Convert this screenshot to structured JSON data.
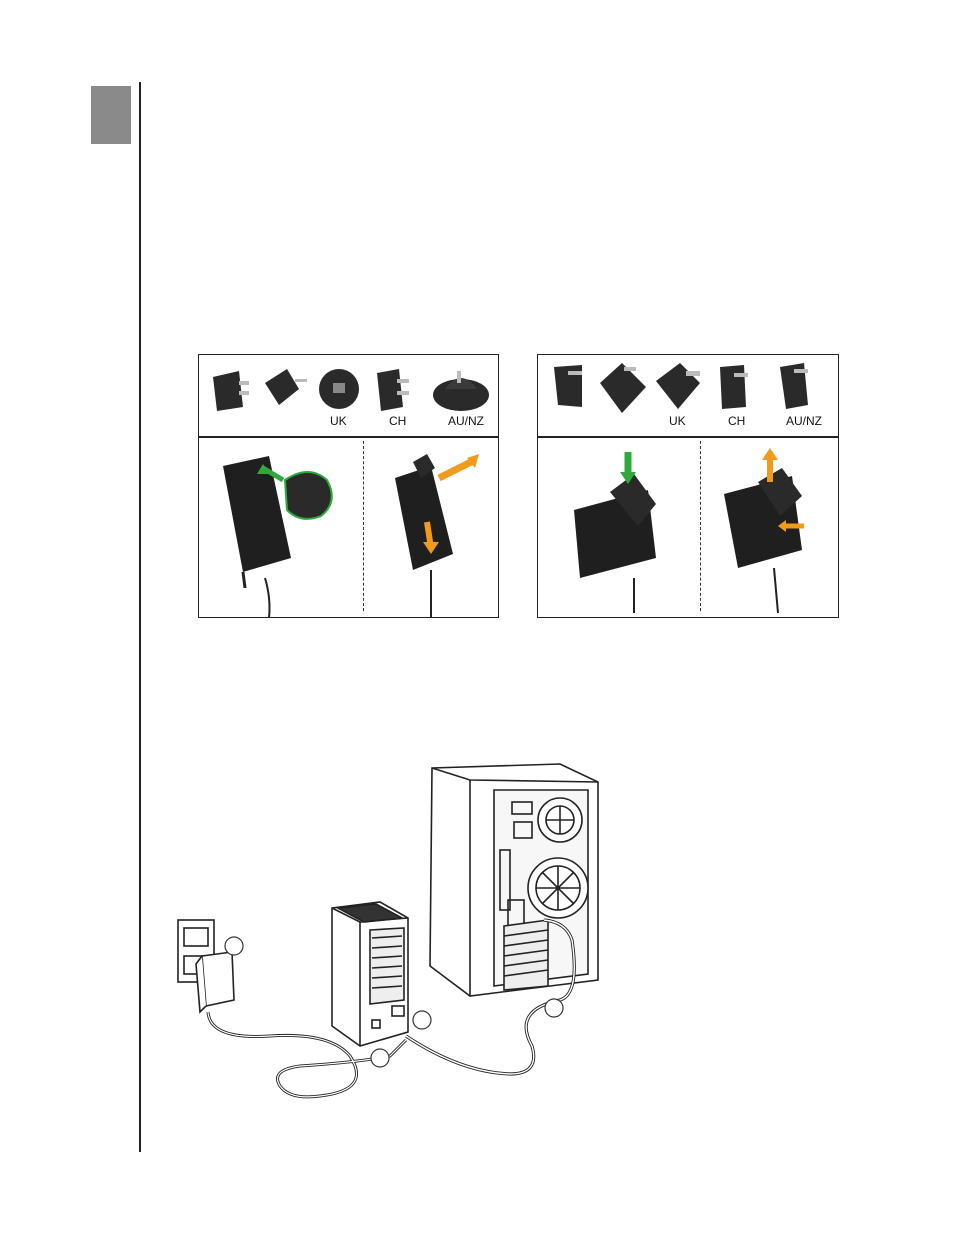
{
  "page": {
    "accent": "#8a8a8a"
  },
  "adapter_panels": [
    {
      "plug_labels": [
        "UK",
        "CH",
        "AU/NZ"
      ],
      "arrow_colors": {
        "attach": "#2faa3a",
        "release": "#f29a1c"
      }
    },
    {
      "plug_labels": [
        "UK",
        "CH",
        "AU/NZ"
      ],
      "arrow_colors": {
        "attach": "#2faa3a",
        "release": "#f29a1c"
      }
    }
  ],
  "connection_diagram": {
    "step_marker_count": 4,
    "items": [
      "wall-outlet-icon",
      "power-adapter-icon",
      "external-drive-icon",
      "desktop-computer-icon",
      "usb-cable-icon",
      "power-cable-icon"
    ]
  }
}
